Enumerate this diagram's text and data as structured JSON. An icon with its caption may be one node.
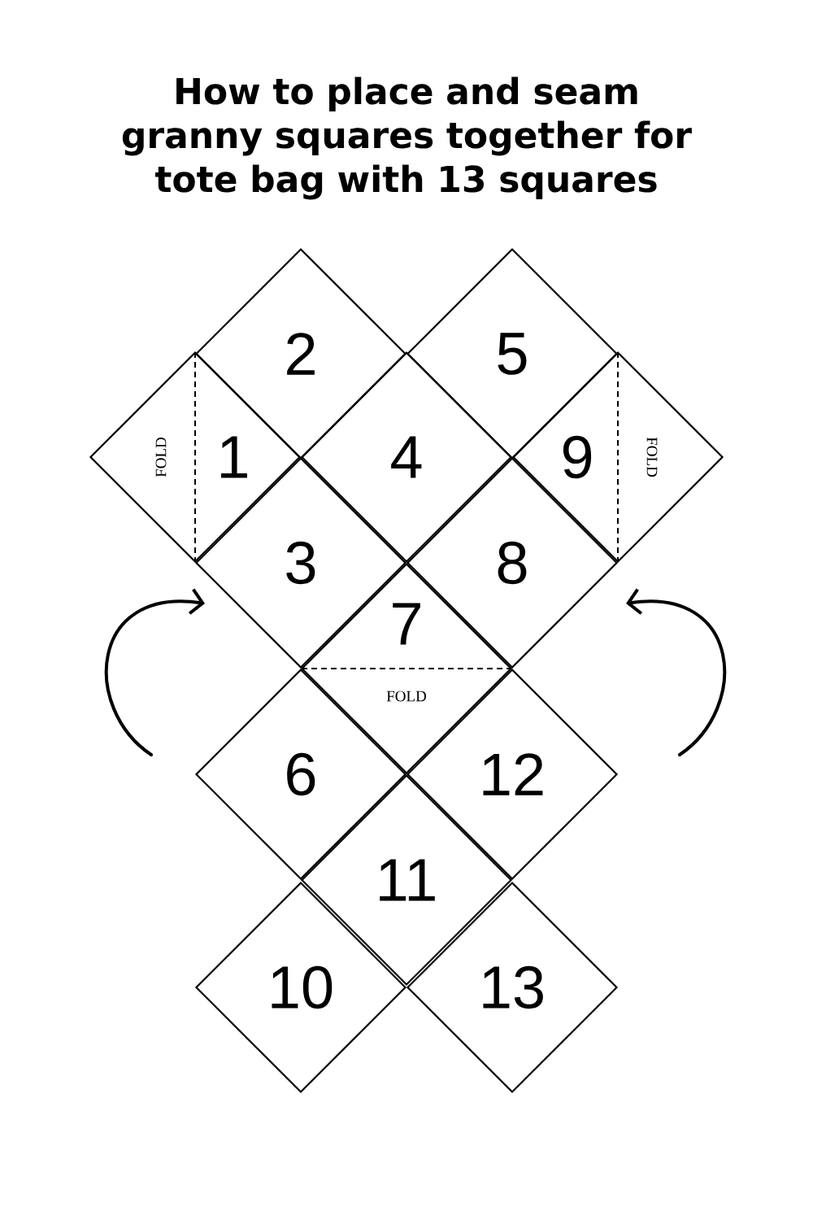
{
  "diagram": {
    "title": "How to place and seam granny squares together for tote bag with 13 squares",
    "nodes": [
      {
        "text": [
          "2"
        ]
      },
      {
        "text": [
          "5"
        ]
      },
      {
        "text": [
          "1",
          "FOLD"
        ]
      },
      {
        "text": [
          "4"
        ]
      },
      {
        "text": [
          "9",
          "FOLD"
        ]
      },
      {
        "text": [
          "3"
        ]
      },
      {
        "text": [
          "8"
        ]
      },
      {
        "text": [
          "7",
          "FOLD"
        ]
      },
      {
        "text": [
          "6"
        ]
      },
      {
        "text": [
          "12"
        ]
      },
      {
        "text": [
          "11"
        ]
      },
      {
        "text": [
          "10"
        ]
      },
      {
        "text": [
          "13"
        ]
      }
    ]
  }
}
